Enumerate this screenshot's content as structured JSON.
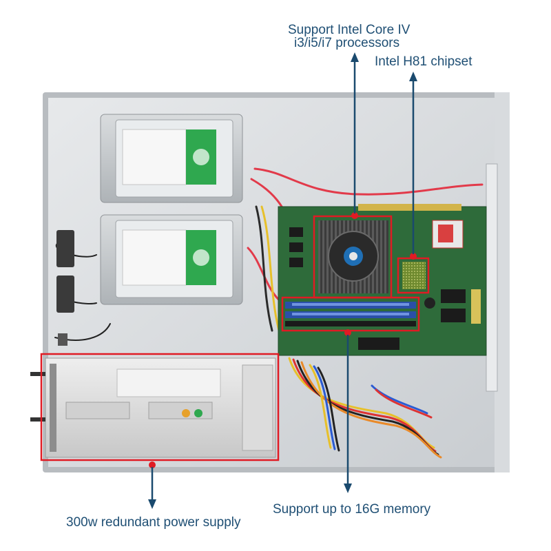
{
  "annotations": {
    "cpu_line1": "Support Intel Core IV",
    "cpu_line2": "i3/i5/i7 processors",
    "chipset": "Intel H81 chipset",
    "memory": "Support up to 16G memory",
    "power": "300w redundant power supply"
  },
  "colors": {
    "annotation_text": "#1f4f74",
    "callout_arrow": "#1a4a6e",
    "highlight_box": "#e01b24",
    "chassis": "#cfd3d7",
    "motherboard": "#2e6b3a"
  }
}
